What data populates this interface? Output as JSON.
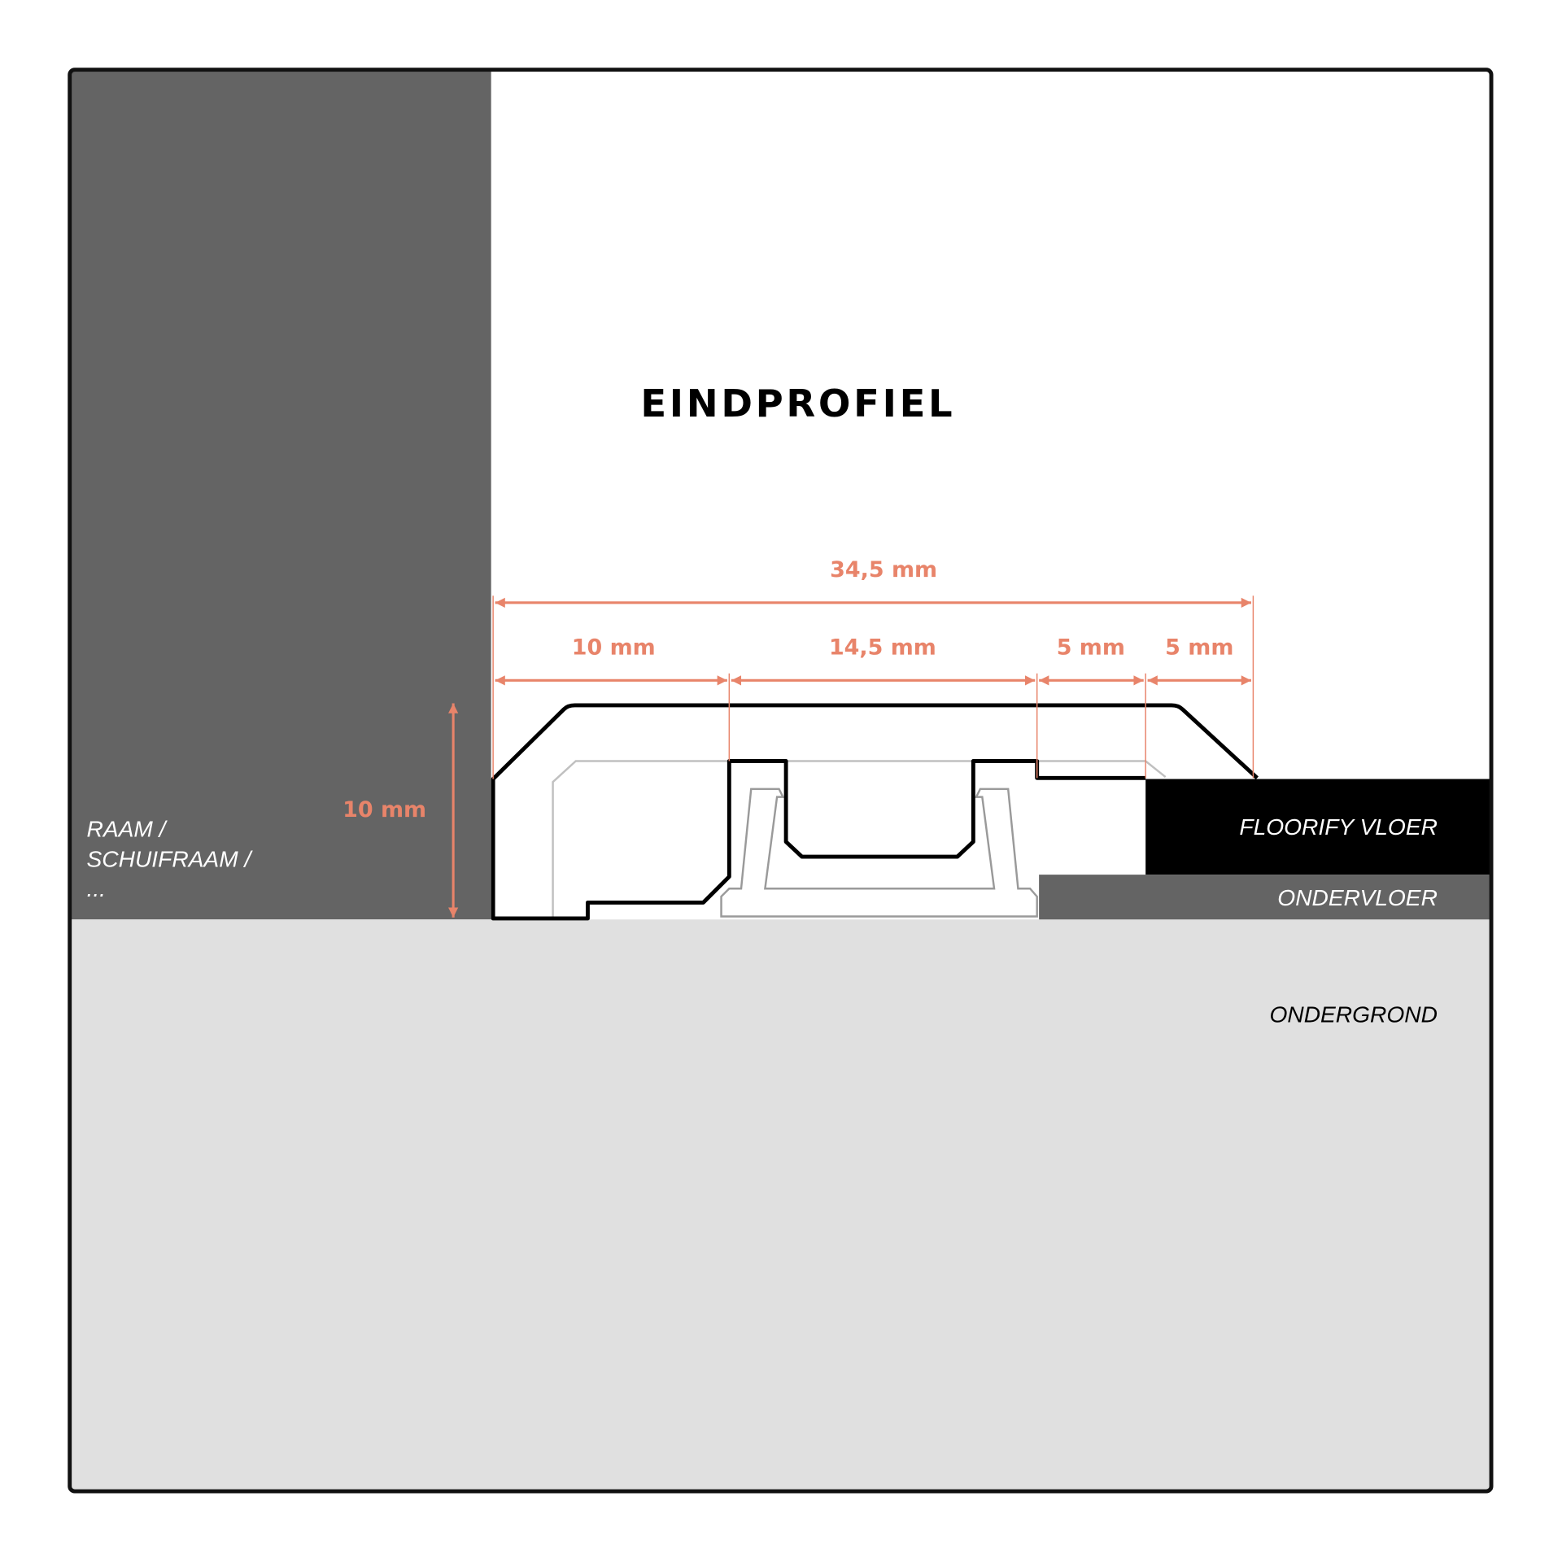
{
  "title": "EINDPROFIEL",
  "labels": {
    "wall_line1": "RAAM /",
    "wall_line2": "SCHUIFRAAM /",
    "wall_line3": "...",
    "floor": "FLOORIFY VLOER",
    "underlay": "ONDERVLOER",
    "subfloor": "ONDERGROND"
  },
  "dimensions": {
    "total_width": "34,5 mm",
    "segment1": "10 mm",
    "segment2": "14,5 mm",
    "segment3": "5 mm",
    "segment4": "5 mm",
    "height": "10 mm"
  },
  "colors": {
    "wall": "#646464",
    "subfloor": "#e0e0e0",
    "floor": "#000000",
    "underlay": "#646464",
    "dimension": "#e8846a"
  }
}
